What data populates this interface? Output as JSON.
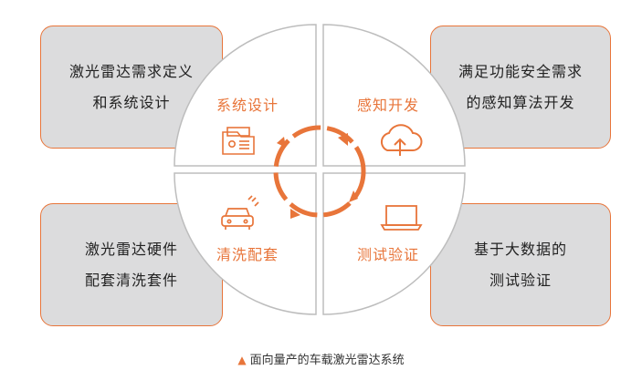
{
  "boxes": {
    "top_left": {
      "line1": "激光雷达需求定义",
      "line2": "和系统设计"
    },
    "top_right": {
      "line1": "满足功能安全需求",
      "line2": "的感知算法开发"
    },
    "bottom_left": {
      "line1": "激光雷达硬件",
      "line2": "配套清洗套件"
    },
    "bottom_right": {
      "line1": "基于大数据的",
      "line2": "测试验证"
    }
  },
  "quadrants": {
    "top_left": {
      "label": "系统设计",
      "icon": "system-design-icon"
    },
    "top_right": {
      "label": "感知开发",
      "icon": "cloud-upload-icon"
    },
    "bottom_left": {
      "label": "清洗配套",
      "icon": "car-wash-icon"
    },
    "bottom_right": {
      "label": "测试验证",
      "icon": "laptop-icon"
    }
  },
  "caption": {
    "marker": "▲",
    "text": "面向量产的车载激光雷达系统"
  },
  "colors": {
    "accent": "#e8753a",
    "box_fill": "#dcdcdd",
    "circle_stroke": "#bdbdbd"
  }
}
